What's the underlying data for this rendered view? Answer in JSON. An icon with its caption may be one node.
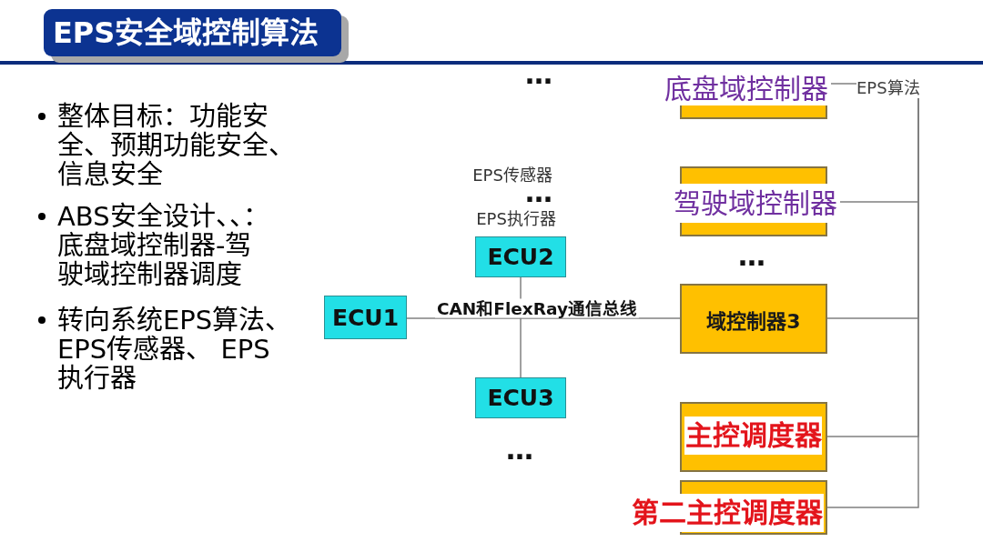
{
  "diagram": {
    "title": "EPS安全域控制算法",
    "nodes": [
      {
        "text": [
          "ECU1"
        ]
      },
      {
        "text": [
          "ECU2"
        ]
      },
      {
        "text": [
          "ECU3"
        ]
      },
      {
        "text": [
          "底盘域控制器"
        ]
      },
      {
        "text": [
          "EPS算法"
        ]
      },
      {
        "text": [
          "驾驶域控制器"
        ]
      },
      {
        "text": [
          "域控制器3"
        ]
      },
      {
        "text": [
          "主控调度器"
        ]
      },
      {
        "text": [
          "第二主控调度器"
        ]
      }
    ],
    "edges": [
      {
        "from": 0,
        "to": 6,
        "arrow": "none",
        "label": "CAN和FlexRay通信总线"
      },
      {
        "from": 1,
        "to": 2,
        "arrow": "none"
      },
      {
        "from": 3,
        "to": 4,
        "arrow": "none"
      },
      {
        "from": 4,
        "to": 5,
        "arrow": "none"
      },
      {
        "from": 4,
        "to": 6,
        "arrow": "none"
      },
      {
        "from": 4,
        "to": 7,
        "arrow": "none"
      },
      {
        "from": 4,
        "to": 8,
        "arrow": "none"
      }
    ],
    "labels": [
      "整体目标：功能安全、预期功能安全、信息安全",
      "ABS安全设计、、：底盘域控制器-驾驶域控制器调度",
      "转向系统EPS算法、EPS传感器、 EPS执行器",
      "…",
      "EPS传感器",
      "…",
      "EPS执行器",
      "…",
      "…"
    ]
  }
}
